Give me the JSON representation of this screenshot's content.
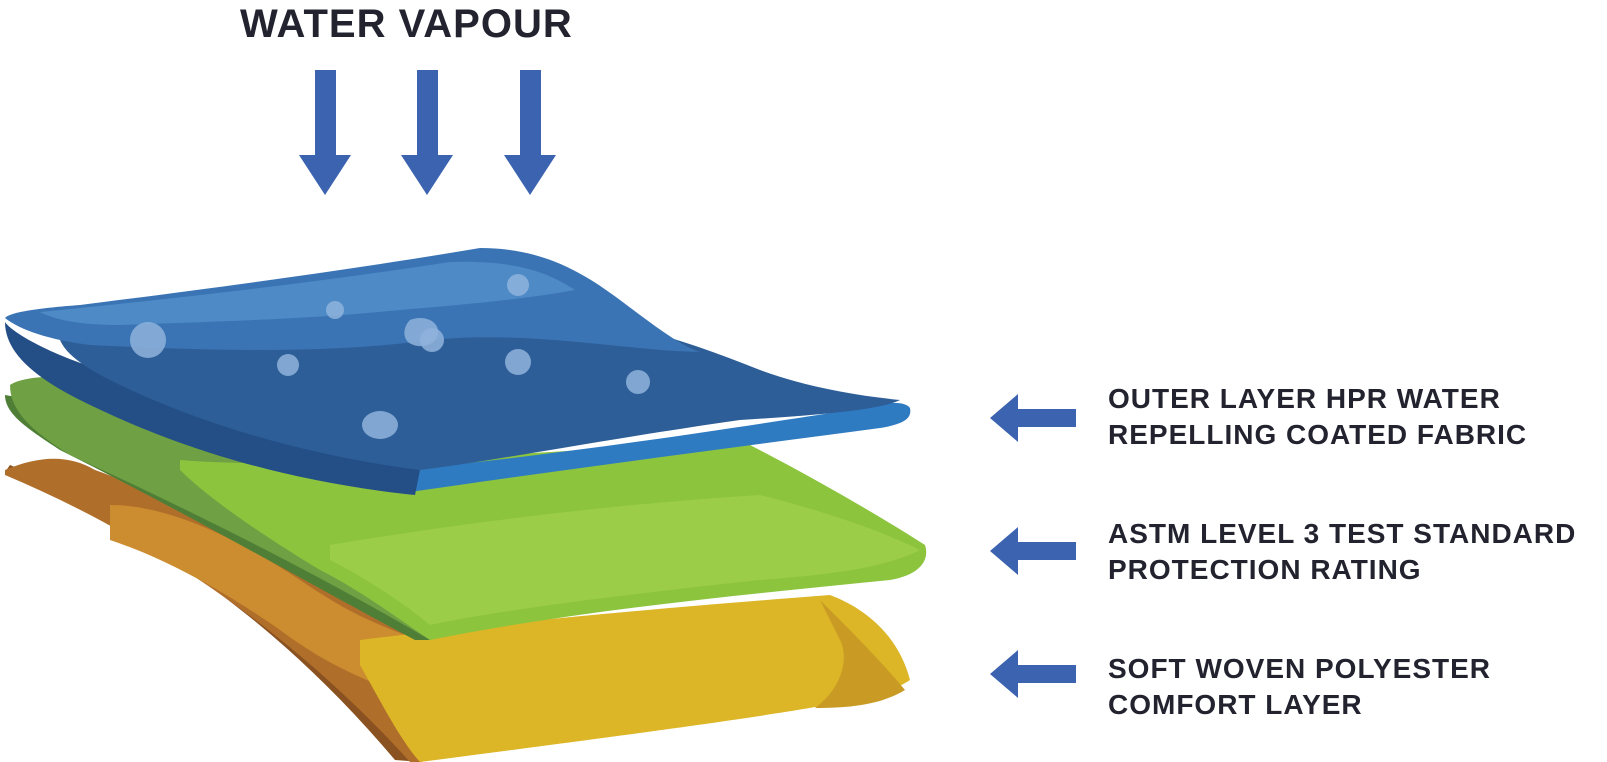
{
  "diagram": {
    "title": "WATER VAPOUR",
    "layers": [
      {
        "id": "outer",
        "label_lines": [
          "OUTER LAYER HPR WATER",
          "REPELLING COATED FABRIC"
        ],
        "color": "#2f64a8"
      },
      {
        "id": "middle",
        "label_lines": [
          "ASTM LEVEL 3 TEST STANDARD",
          "PROTECTION RATING"
        ],
        "color": "#8cc43e"
      },
      {
        "id": "inner",
        "label_lines": [
          "SOFT WOVEN POLYESTER",
          "COMFORT LAYER"
        ],
        "color": "#dcb626"
      }
    ],
    "arrow_color": "#3c63b0",
    "text_color": "#232330"
  }
}
